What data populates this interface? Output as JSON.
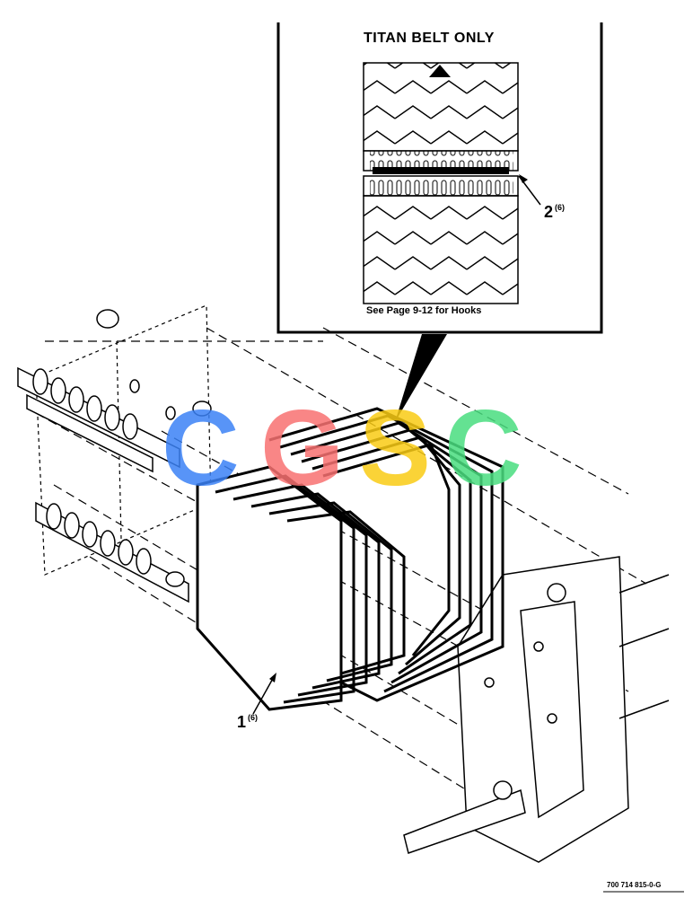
{
  "inset": {
    "title": "TITAN BELT ONLY",
    "hooks_note": "See Page 9-12 for Hooks",
    "callout": {
      "number": "2",
      "qty": "(6)"
    }
  },
  "main": {
    "callout": {
      "number": "1",
      "qty": "(6)"
    }
  },
  "watermark": {
    "text": "CGSC",
    "colors": [
      "#3b82f6",
      "#f87171",
      "#facc15",
      "#4ade80"
    ]
  },
  "drawing_id": "700 714 815-0-G"
}
